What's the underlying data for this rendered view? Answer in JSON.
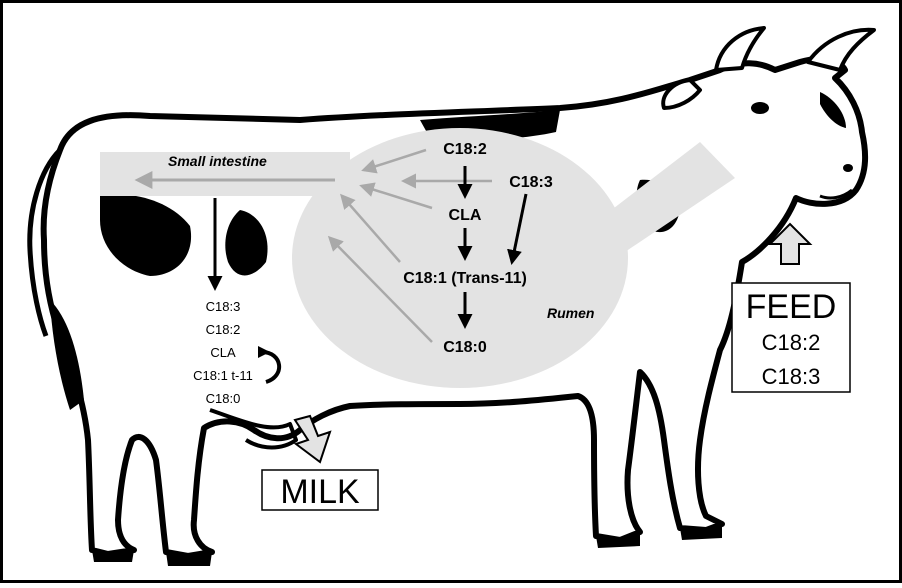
{
  "diagram": {
    "labels": {
      "small_intestine": "Small intestine",
      "rumen": "Rumen",
      "rumen_c18_2": "C18:2",
      "rumen_c18_3": "C18:3",
      "rumen_cla": "CLA",
      "rumen_c18_1": "C18:1 (Trans-11)",
      "rumen_c18_0": "C18:0"
    },
    "udder_list": [
      "C18:3",
      "C18:2",
      "CLA",
      "C18:1 t-11",
      "C18:0"
    ],
    "feed": {
      "title": "FEED",
      "items": [
        "C18:2",
        "C18:3"
      ]
    },
    "milk": {
      "title": "MILK"
    },
    "colors": {
      "cow_body": "#000000",
      "rumen_fill": "#e3e3e3",
      "intestine_fill": "#e3e3e3",
      "grey_arrow": "#a9a9a9",
      "frame_border": "#000000"
    }
  }
}
